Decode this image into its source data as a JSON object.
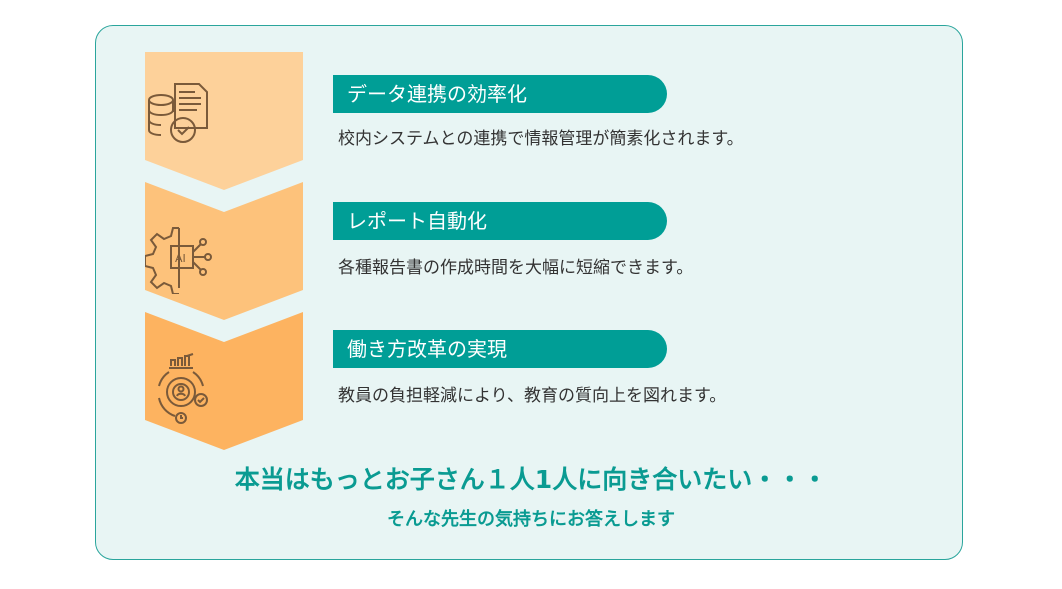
{
  "colors": {
    "accent": "#009e96",
    "step1": "#fdd19a",
    "step2": "#fdc27b",
    "step3": "#fdb360",
    "icon": "#7a5a3a"
  },
  "steps": [
    {
      "icon": "database-document-gear-icon",
      "title": "データ連携の効率化",
      "description": "校内システムとの連携で情報管理が簡素化されます。"
    },
    {
      "icon": "ai-gear-circuit-icon",
      "title": "レポート自動化",
      "description": "各種報告書の作成時間を大幅に短縮できます。"
    },
    {
      "icon": "workflow-gear-person-icon",
      "title": "働き方改革の実現",
      "description": "教員の負担軽減により、教育の質向上を図れます。"
    }
  ],
  "tagline": "本当はもっとお子さん１人1人に向き合いたい・・・",
  "subtagline": "そんな先生の気持ちにお答えします"
}
